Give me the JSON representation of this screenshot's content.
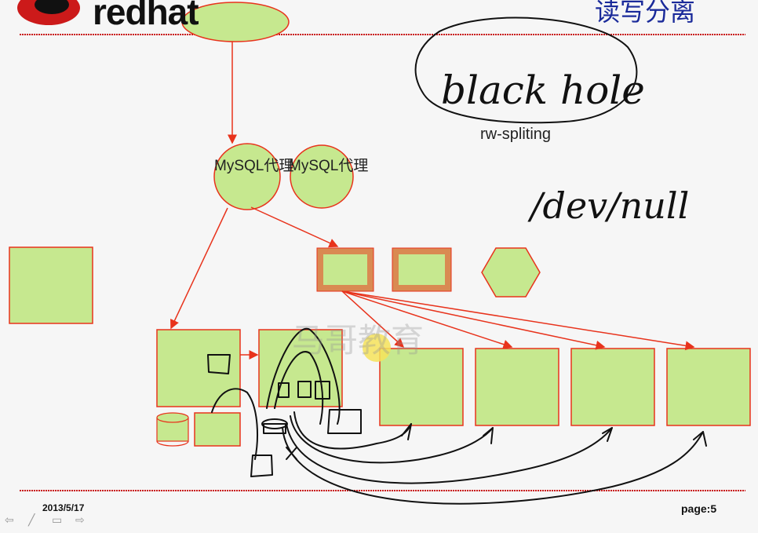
{
  "header": {
    "brand": "redhat",
    "title": "读写分离"
  },
  "proxies": [
    {
      "label": "MySQL代理"
    },
    {
      "label": "MySQL代理"
    }
  ],
  "annotations": {
    "blackhole": "black hole",
    "rw_spliting": "rw-spliting",
    "devnull": "/dev/null"
  },
  "watermark": "马哥教育",
  "footer": {
    "date": "2013/5/17",
    "page_label": "page:",
    "page_number": "5"
  },
  "nav": {
    "prev": "⇦",
    "pen": "╱",
    "menu": "▭",
    "next": "⇨"
  },
  "colors": {
    "node_fill": "#c6e88f",
    "line": "#e8331c",
    "accent_blue": "#1a2a9a"
  }
}
